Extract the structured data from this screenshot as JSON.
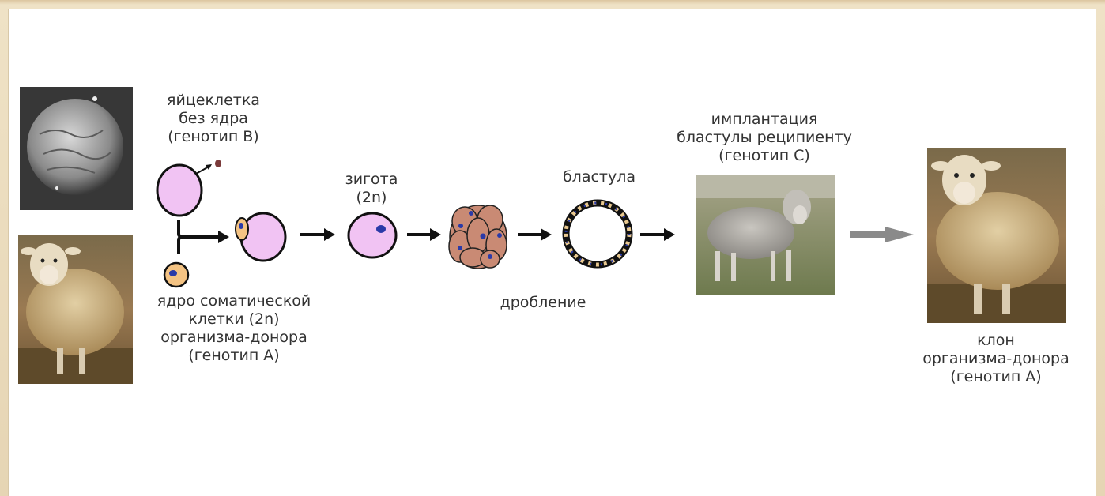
{
  "labels": {
    "egg_cell": [
      "яйцеклетка",
      "без ядра",
      "(генотип В)"
    ],
    "somatic_nucleus": [
      "ядро соматической",
      "клетки (2n)",
      "организма-донора",
      "(генотип А)"
    ],
    "zygote": [
      "зигота",
      "(2n)"
    ],
    "blastula": "бластула",
    "cleavage": "дробление",
    "implantation": [
      "имплантация",
      "бластулы реципиенту",
      "(генотип С)"
    ],
    "clone": [
      "клон",
      "организма-донора",
      "(генотип А)"
    ]
  },
  "colors": {
    "egg_fill": "#f1c3f3",
    "nucleus_fill": "#f4c383",
    "nucleus_blue": "#2a3aa8",
    "morula_fill": "#c98a74",
    "arrow": "#111111",
    "arrow_grey": "#8a8a8a"
  }
}
